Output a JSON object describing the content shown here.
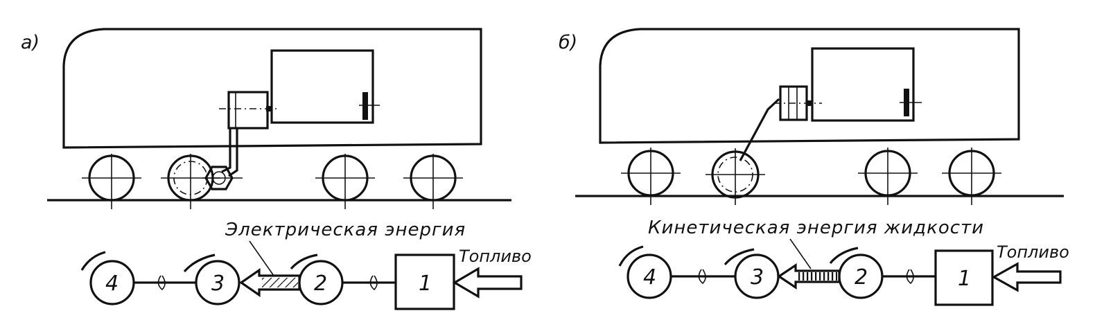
{
  "panels": [
    {
      "label": "а)",
      "energy_caption": "Электрическая энергия",
      "fuel_label": "Топливо",
      "chain": [
        "4",
        "3",
        "2",
        "1"
      ]
    },
    {
      "label": "б)",
      "energy_caption": "Кинетическая энергия жидкости",
      "fuel_label": "Топливо",
      "chain": [
        "4",
        "3",
        "2",
        "1"
      ]
    }
  ]
}
